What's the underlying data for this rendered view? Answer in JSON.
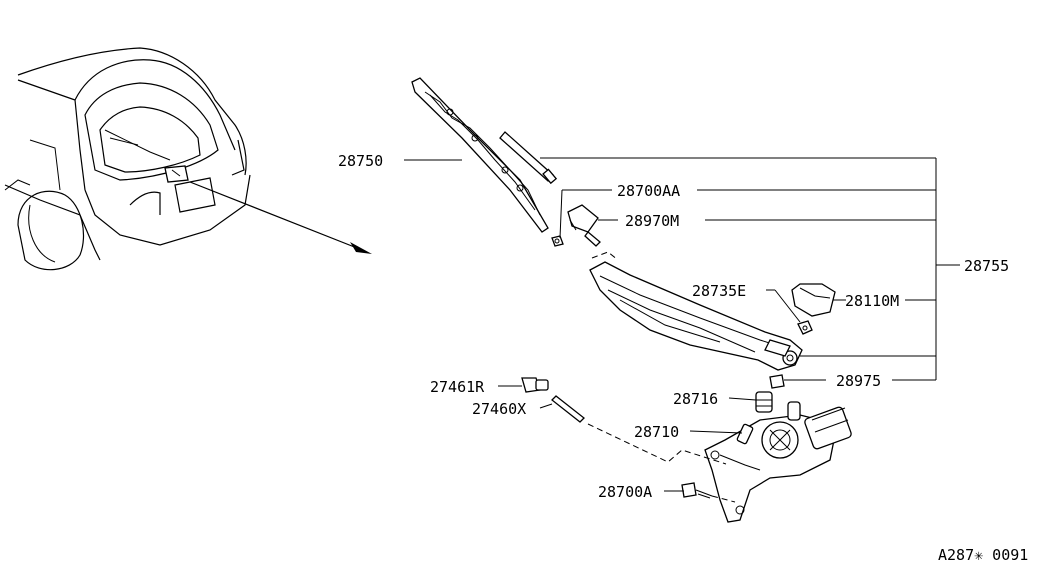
{
  "labels": {
    "l28750": "28750",
    "l28700AA": "28700AA",
    "l28970M": "28970M",
    "l28755": "28755",
    "l28735E": "28735E",
    "l28110M": "28110M",
    "l28975": "28975",
    "l27461R": "27461R",
    "l27460X": "27460X",
    "l28716": "28716",
    "l28710": "28710",
    "l28700A": "28700A"
  },
  "figure_code": "A287✳ 0091"
}
